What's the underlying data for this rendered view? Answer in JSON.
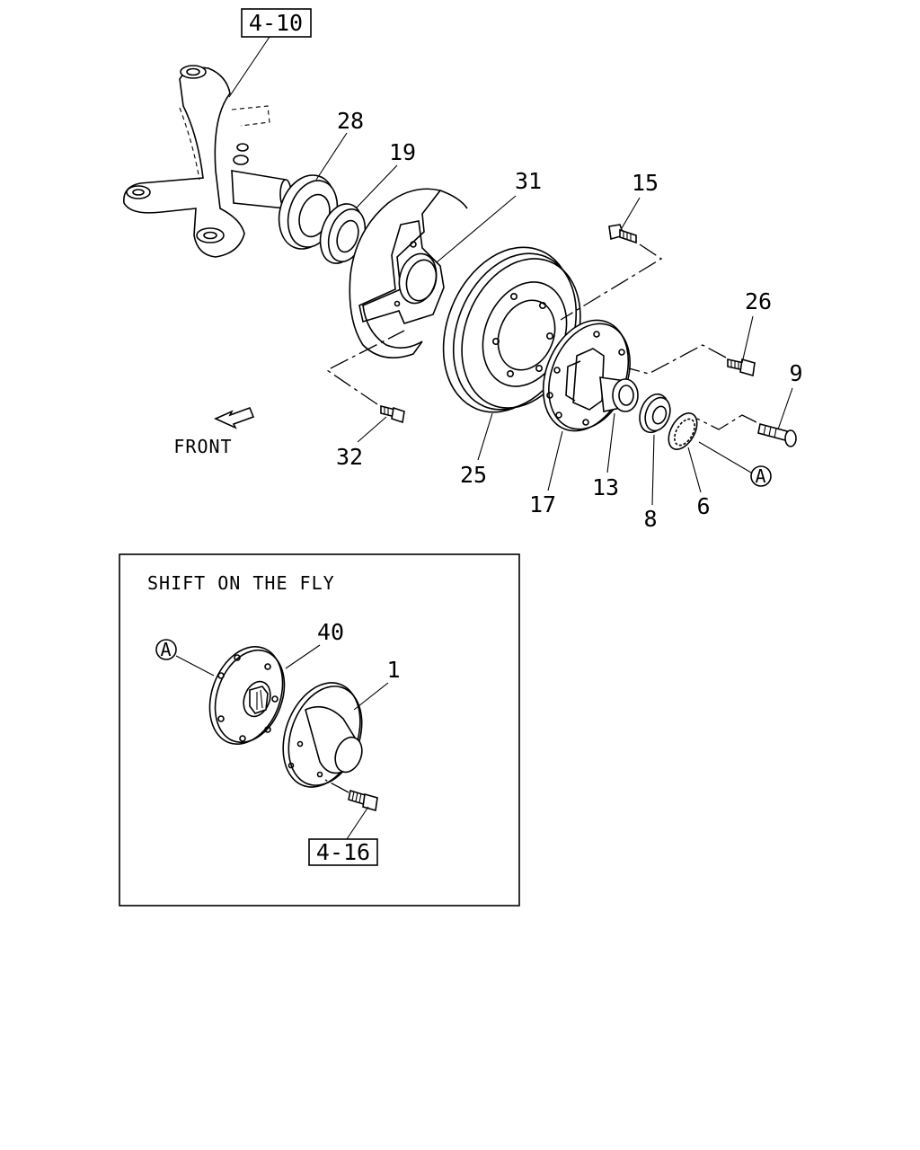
{
  "diagram": {
    "refs": {
      "top": "4-10",
      "bottom": "4-16"
    },
    "front_label": "FRONT",
    "inset_title": "SHIFT ON THE FLY",
    "circle_ref": "A",
    "callouts": {
      "c28": "28",
      "c19": "19",
      "c31": "31",
      "c15": "15",
      "c26": "26",
      "c9": "9",
      "c32": "32",
      "c25": "25",
      "c17": "17",
      "c13": "13",
      "c8": "8",
      "c6": "6",
      "c40": "40",
      "c1": "1"
    }
  }
}
